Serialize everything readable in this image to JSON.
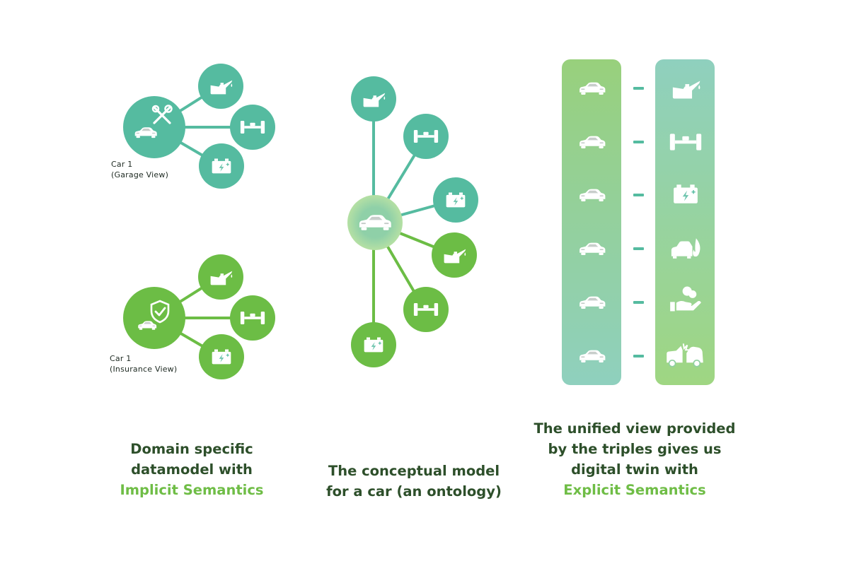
{
  "colors": {
    "teal": "#55bba0",
    "green": "#6cbd45",
    "dark_text": "#2d4f2a",
    "accent_text": "#6fbd46"
  },
  "garage_view": {
    "label_line1": "Car 1",
    "label_line2": "(Garage View)",
    "hub_icons": [
      "car-icon",
      "tools-icon"
    ],
    "nodes": [
      "oil-can-icon",
      "axle-icon",
      "battery-icon"
    ]
  },
  "insurance_view": {
    "label_line1": "Car 1",
    "label_line2": "(Insurance View)",
    "hub_icons": [
      "car-icon",
      "shield-check-icon"
    ],
    "nodes": [
      "oil-can-icon",
      "axle-icon",
      "battery-icon"
    ]
  },
  "ontology": {
    "hub_icon": "car-icon",
    "nodes": [
      "oil-can-icon",
      "axle-icon",
      "battery-icon",
      "oil-can-icon",
      "axle-icon",
      "battery-icon"
    ]
  },
  "unified": {
    "left_column": [
      "car-icon",
      "car-icon",
      "car-icon",
      "car-icon",
      "car-icon",
      "car-icon"
    ],
    "right_column": [
      "oil-can-icon",
      "axle-icon",
      "battery-icon",
      "car-fire-icon",
      "hand-coin-icon",
      "car-crash-icon"
    ]
  },
  "captions": {
    "left": {
      "line1": "Domain specific",
      "line2": "datamodel with",
      "accent": "Implicit Semantics"
    },
    "middle": {
      "line1": "The conceptual model",
      "line2": "for a car (an ontology)"
    },
    "right": {
      "line1": "The unified view provided",
      "line2": "by the triples gives us",
      "line3": "digital twin with",
      "accent": "Explicit Semantics"
    }
  }
}
